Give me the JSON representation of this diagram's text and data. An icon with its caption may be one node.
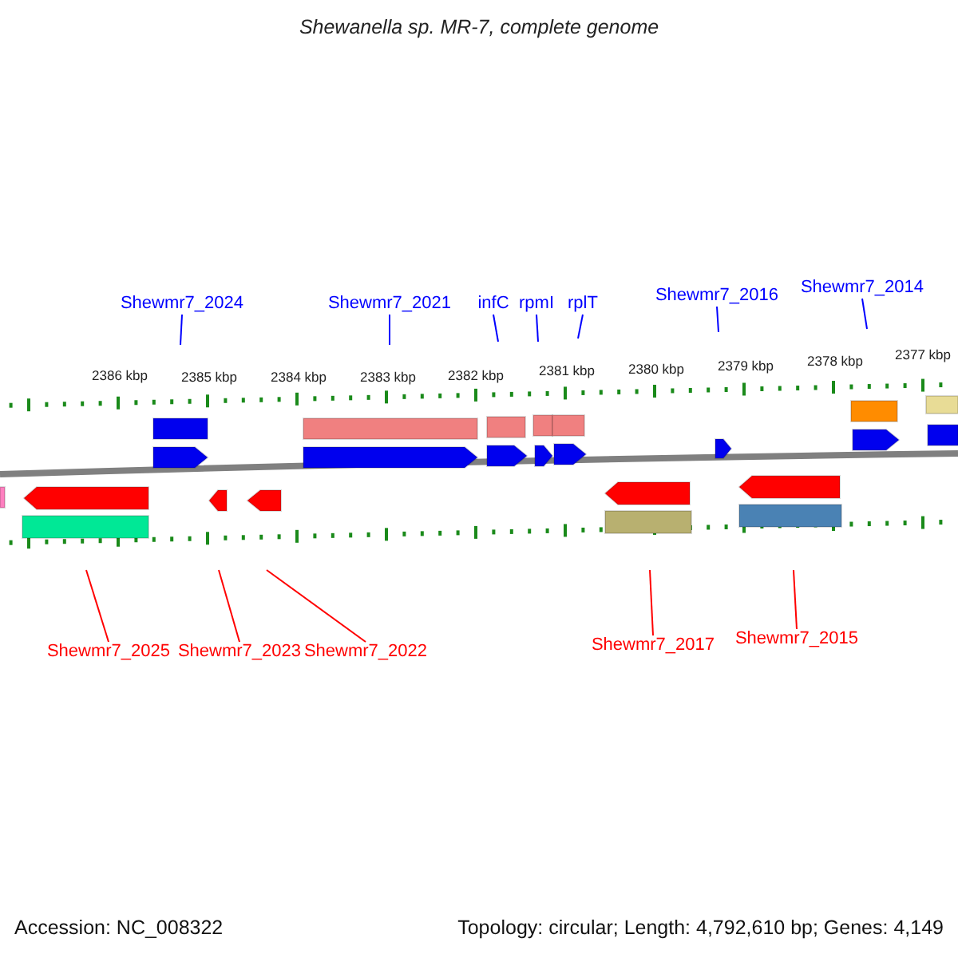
{
  "diagram": {
    "title": "Shewanella sp. MR-7, complete genome",
    "nodes": [
      {
        "text": [
          "Shewmr7_2024"
        ]
      },
      {
        "text": [
          "Shewmr7_2021"
        ]
      },
      {
        "text": [
          "infC"
        ]
      },
      {
        "text": [
          "rpmI"
        ]
      },
      {
        "text": [
          "rplT"
        ]
      },
      {
        "text": [
          "Shewmr7_2016"
        ]
      },
      {
        "text": [
          "Shewmr7_2014"
        ]
      },
      {
        "text": [
          "Shewmr7_2025"
        ]
      },
      {
        "text": [
          "Shewmr7_2023"
        ]
      },
      {
        "text": [
          "Shewmr7_2022"
        ]
      },
      {
        "text": [
          "Shewmr7_2017"
        ]
      },
      {
        "text": [
          "Shewmr7_2015"
        ]
      }
    ],
    "edges": [
      {
        "from": 0,
        "to": null,
        "arrow": "none",
        "color": "#0000ff"
      },
      {
        "from": 1,
        "to": null,
        "arrow": "none",
        "color": "#0000ff"
      },
      {
        "from": 2,
        "to": null,
        "arrow": "none",
        "color": "#0000ff"
      },
      {
        "from": 3,
        "to": null,
        "arrow": "none",
        "color": "#0000ff"
      },
      {
        "from": 4,
        "to": null,
        "arrow": "none",
        "color": "#0000ff"
      },
      {
        "from": 5,
        "to": null,
        "arrow": "none",
        "color": "#0000ff"
      },
      {
        "from": 6,
        "to": null,
        "arrow": "none",
        "color": "#0000ff"
      },
      {
        "from": 7,
        "to": null,
        "arrow": "none",
        "color": "#ff0000"
      },
      {
        "from": 8,
        "to": null,
        "arrow": "none",
        "color": "#ff0000"
      },
      {
        "from": 9,
        "to": null,
        "arrow": "none",
        "color": "#ff0000"
      },
      {
        "from": 10,
        "to": null,
        "arrow": "none",
        "color": "#ff0000"
      },
      {
        "from": 11,
        "to": null,
        "arrow": "none",
        "color": "#ff0000"
      }
    ],
    "labels": [
      "2386 kbp",
      "2385 kbp",
      "2384 kbp",
      "2383 kbp",
      "2382 kbp",
      "2381 kbp",
      "2380 kbp",
      "2379 kbp",
      "2378 kbp",
      "2377 kbp",
      "Accession: NC_008322",
      "Topology: circular; Length: 4,792,610 bp; Genes: 4,149"
    ]
  }
}
